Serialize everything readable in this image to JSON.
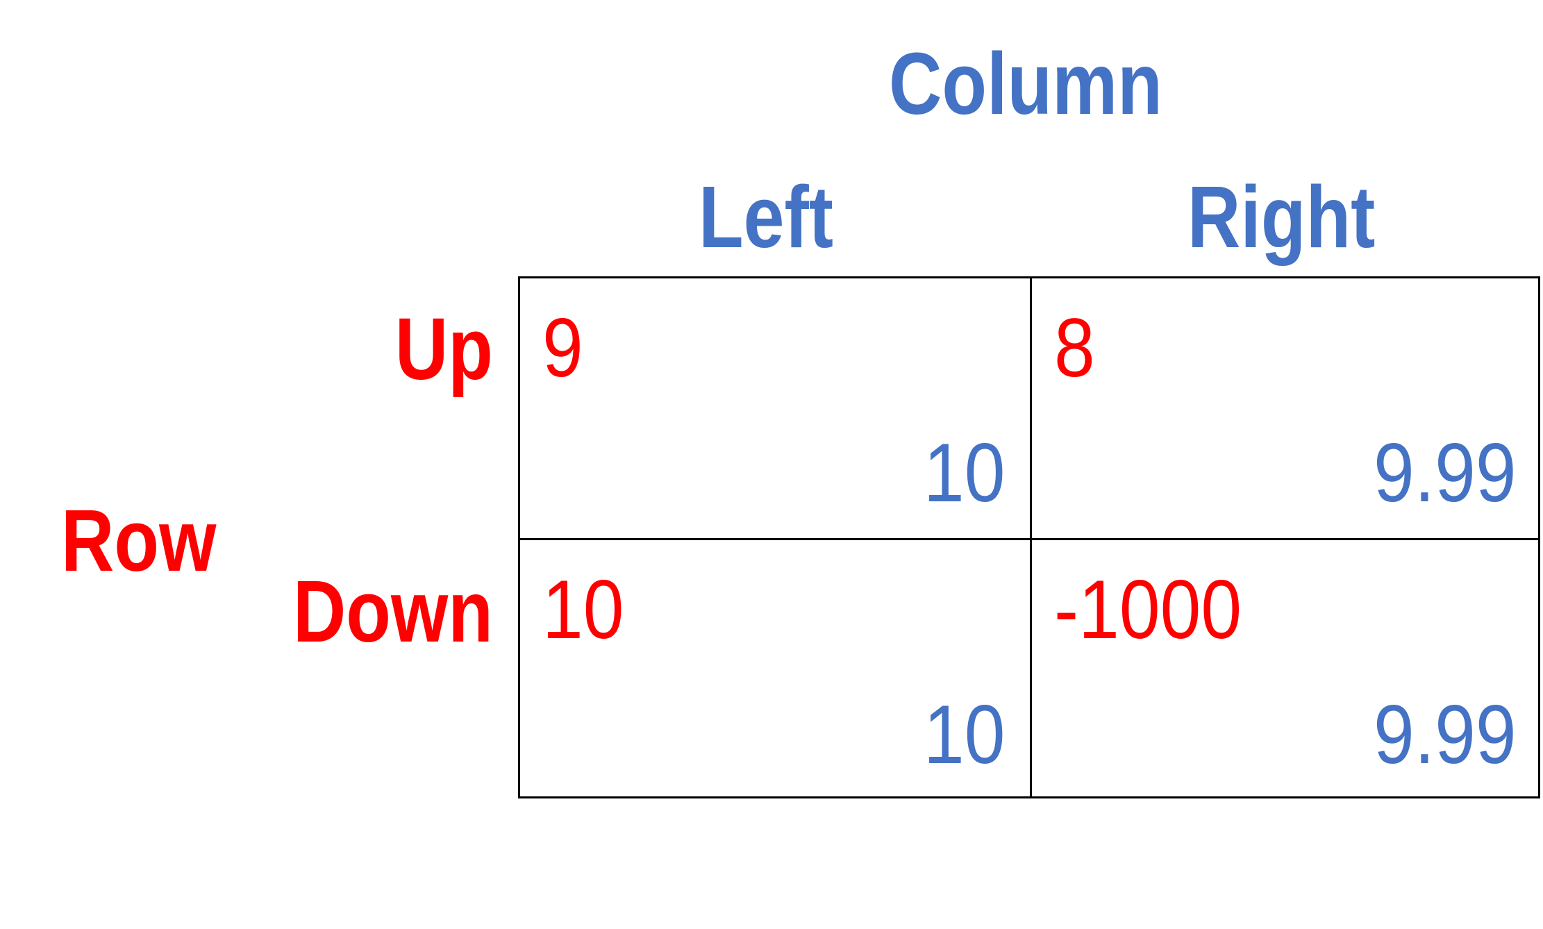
{
  "players": {
    "column": "Column",
    "row": "Row"
  },
  "strategies": {
    "column": [
      "Left",
      "Right"
    ],
    "row": [
      "Up",
      "Down"
    ]
  },
  "payoffs": [
    [
      {
        "row": "9",
        "column": "10"
      },
      {
        "row": "8",
        "column": "9.99"
      }
    ],
    [
      {
        "row": "10",
        "column": "10"
      },
      {
        "row": "-1000",
        "column": "9.99"
      }
    ]
  ],
  "colors": {
    "row_player": "#FF0000",
    "column_player": "#4472C4",
    "grid": "#000000"
  }
}
